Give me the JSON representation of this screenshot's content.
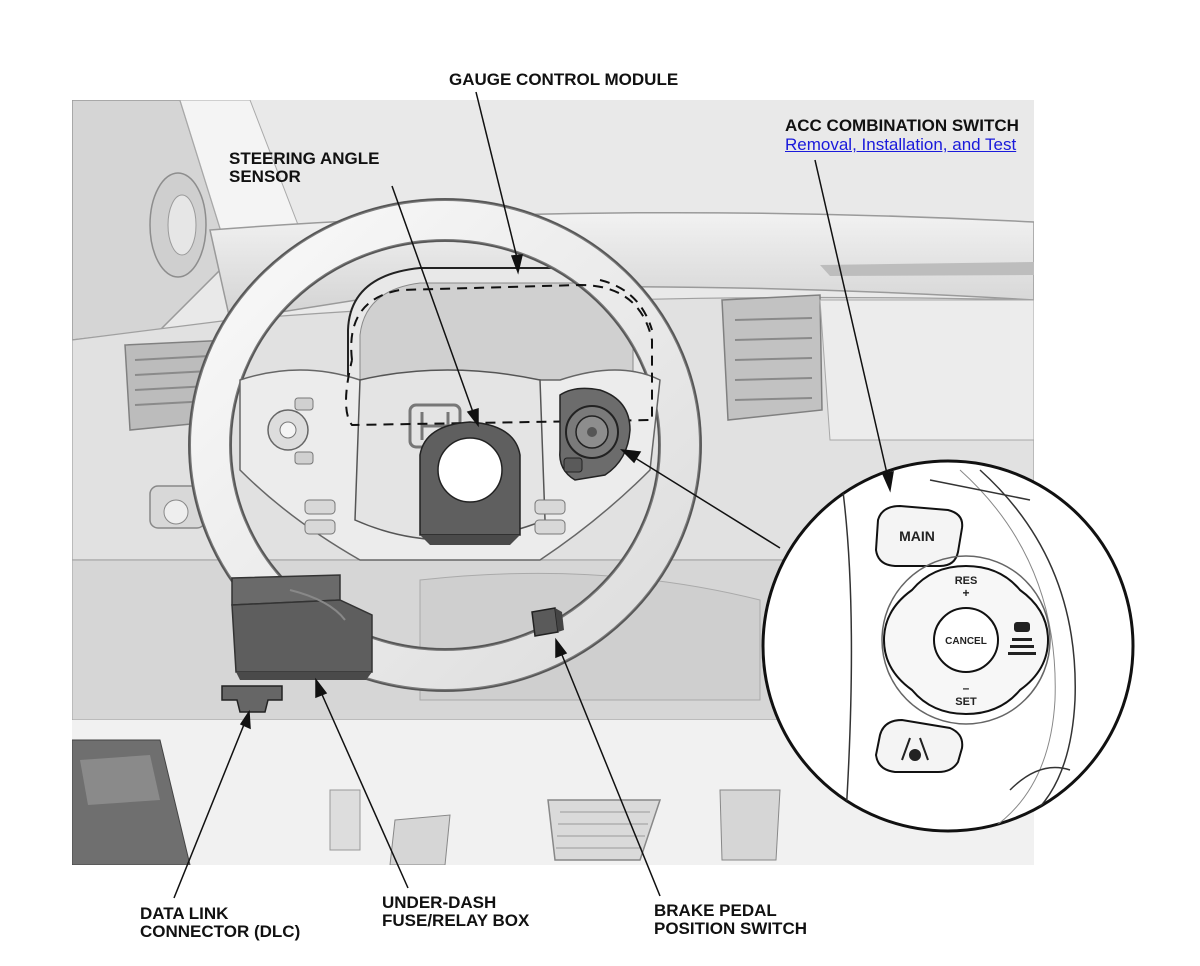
{
  "labels": {
    "gauge_control_module": "GAUGE CONTROL MODULE",
    "acc_combination_switch": "ACC COMBINATION SWITCH",
    "acc_link": "Removal, Installation, and Test",
    "steering_angle_sensor": [
      "STEERING ANGLE",
      "SENSOR"
    ],
    "data_link_connector": [
      "DATA LINK",
      "CONNECTOR (DLC)"
    ],
    "under_dash_fuse_box": [
      "UNDER-DASH",
      "FUSE/RELAY BOX"
    ],
    "brake_pedal_switch": [
      "BRAKE PEDAL",
      "POSITION SWITCH"
    ]
  },
  "switch_detail": {
    "main": "MAIN",
    "res": "RES",
    "plus": "+",
    "cancel": "CANCEL",
    "minus": "–",
    "set": "SET"
  },
  "colors": {
    "line": "#111111",
    "link": "#1a1adb",
    "part_fill": "#5f5f5f",
    "dash_light": "#e4e4e4",
    "dash_mid": "#c9c9c9"
  }
}
